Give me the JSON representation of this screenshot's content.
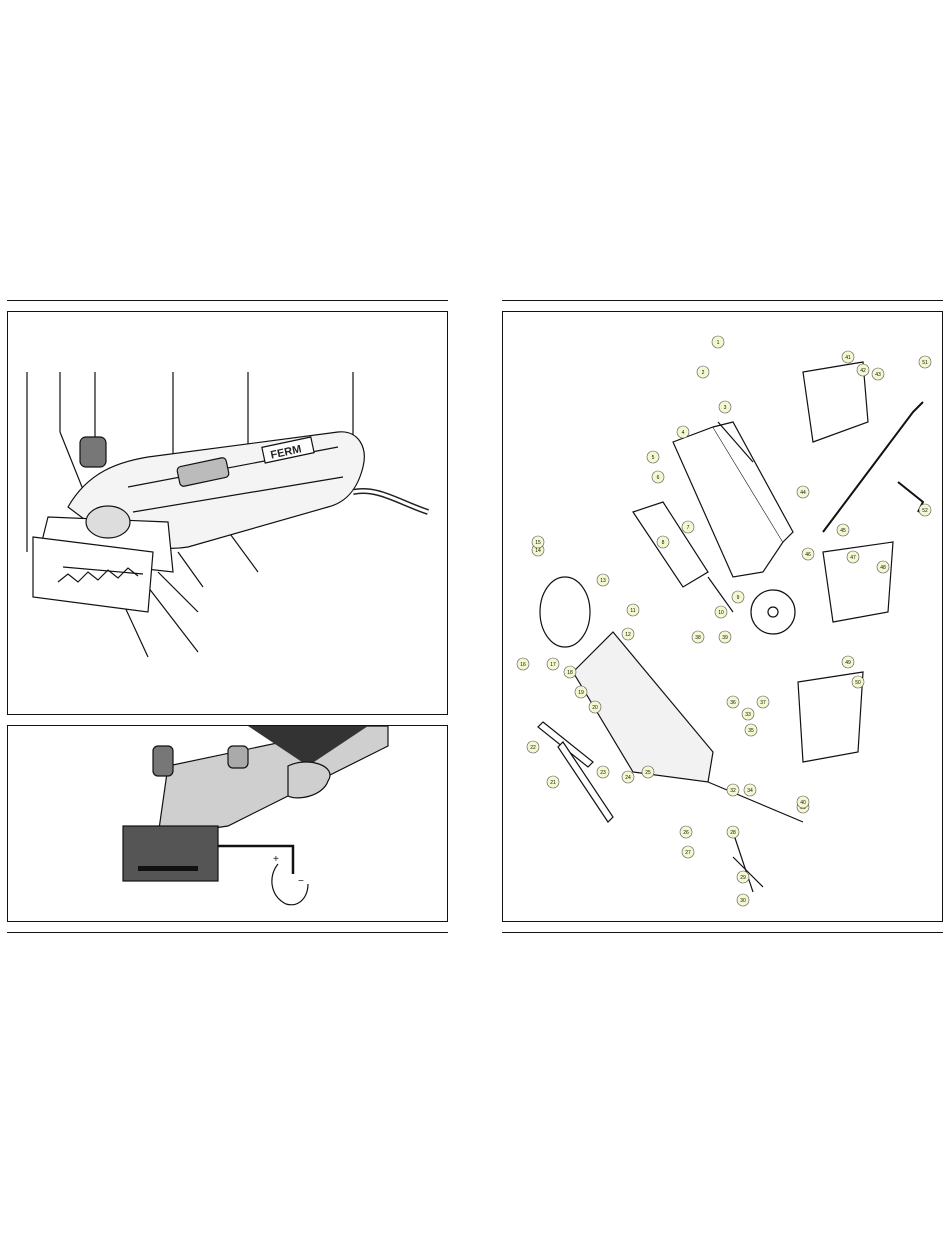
{
  "document": {
    "left_page": {
      "figure_top": {
        "brand_label": "FERM"
      },
      "figure_bottom": {
        "plus_sign": "+",
        "minus_sign": "−"
      }
    },
    "right_page": {
      "parts_numbers": [
        "1",
        "2",
        "3",
        "4",
        "5",
        "6",
        "7",
        "8",
        "9",
        "10",
        "11",
        "12",
        "13",
        "14",
        "15",
        "16",
        "17",
        "18",
        "19",
        "20",
        "21",
        "22",
        "23",
        "24",
        "25",
        "26",
        "27",
        "28",
        "29",
        "30",
        "31",
        "32",
        "33",
        "34",
        "35",
        "36",
        "37",
        "38",
        "39",
        "40",
        "41",
        "42",
        "43",
        "44",
        "45",
        "46",
        "47",
        "48",
        "49",
        "50",
        "51",
        "52"
      ]
    }
  }
}
